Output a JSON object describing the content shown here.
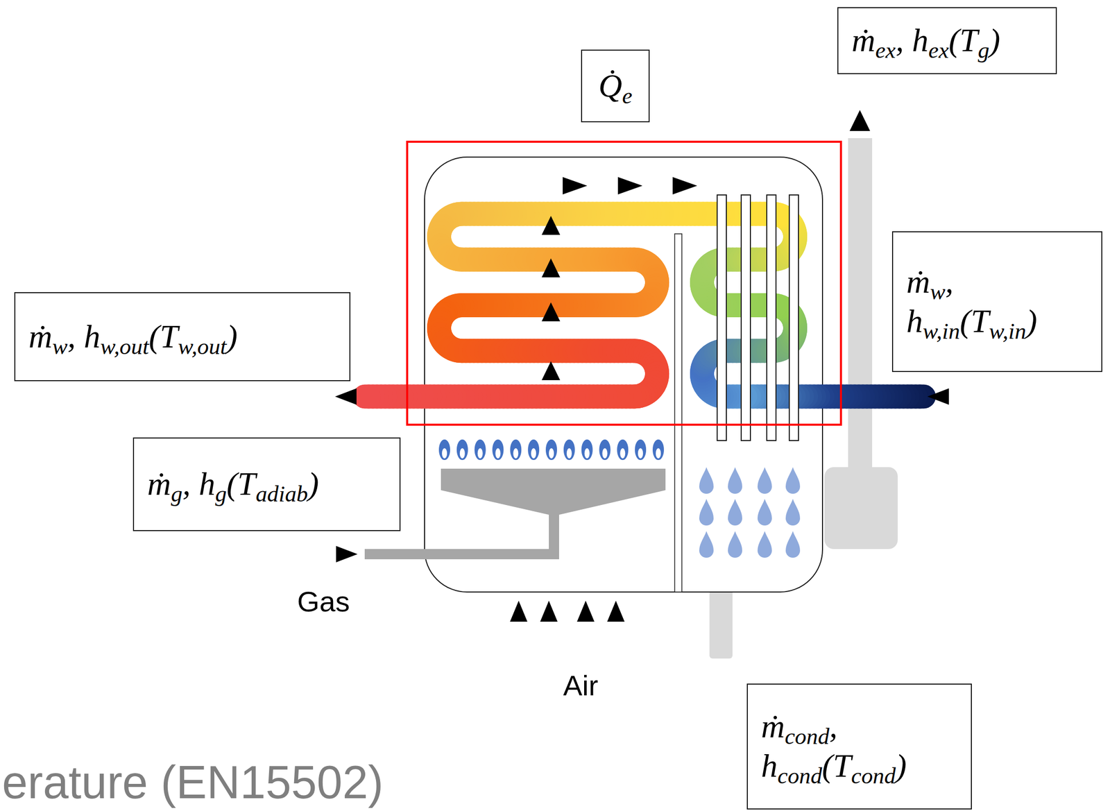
{
  "diagram": {
    "nodes": [
      {
        "text": [
          "Q̇e"
        ]
      },
      {
        "text": [
          "ṁex, hex(Tg)"
        ]
      },
      {
        "text": [
          "ṁw, hw,out(Tw,out)"
        ]
      },
      {
        "text": [
          "ṁw, hw,in(Tw,in)"
        ]
      },
      {
        "text": [
          "ṁg, hg(Tadiab)"
        ]
      },
      {
        "text": [
          "ṁcond, hcond(Tcond)"
        ]
      }
    ],
    "labels": [
      "Gas",
      "Air",
      "erature (EN15502)"
    ]
  }
}
